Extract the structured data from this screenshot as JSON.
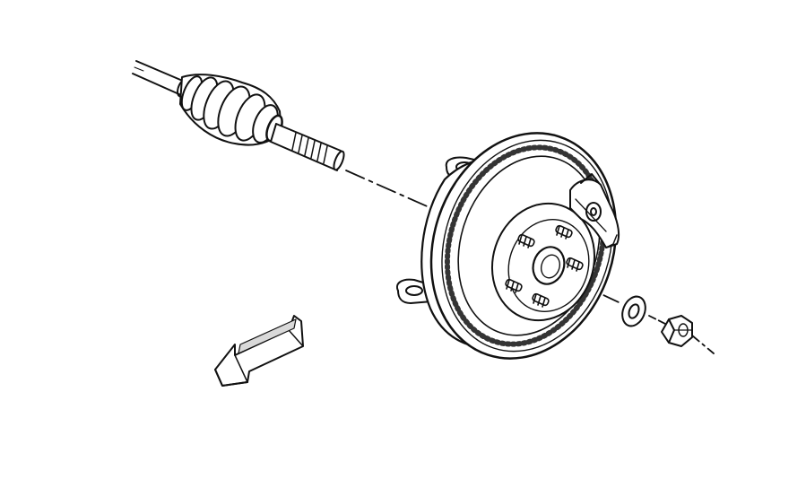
{
  "colors": {
    "line": "#111111",
    "background": "#ffffff",
    "fill_light": "#f5f5f5",
    "fill_gray": "#d9d9d9"
  },
  "parts": [
    {
      "id": "axle-shaft",
      "icon": "cv-axle-shaft"
    },
    {
      "id": "cv-boot",
      "icon": "boot-bellows"
    },
    {
      "id": "splined-stub",
      "icon": "threaded-spline"
    },
    {
      "id": "knuckle",
      "icon": "steering-knuckle"
    },
    {
      "id": "brake-rotor",
      "icon": "disc-rotor"
    },
    {
      "id": "hub",
      "icon": "wheel-hub"
    },
    {
      "id": "caliper",
      "icon": "brake-caliper"
    },
    {
      "id": "washer",
      "icon": "flat-washer"
    },
    {
      "id": "hub-nut",
      "icon": "hex-nut"
    },
    {
      "id": "direction-arrow",
      "icon": "arrow-left-down"
    }
  ]
}
